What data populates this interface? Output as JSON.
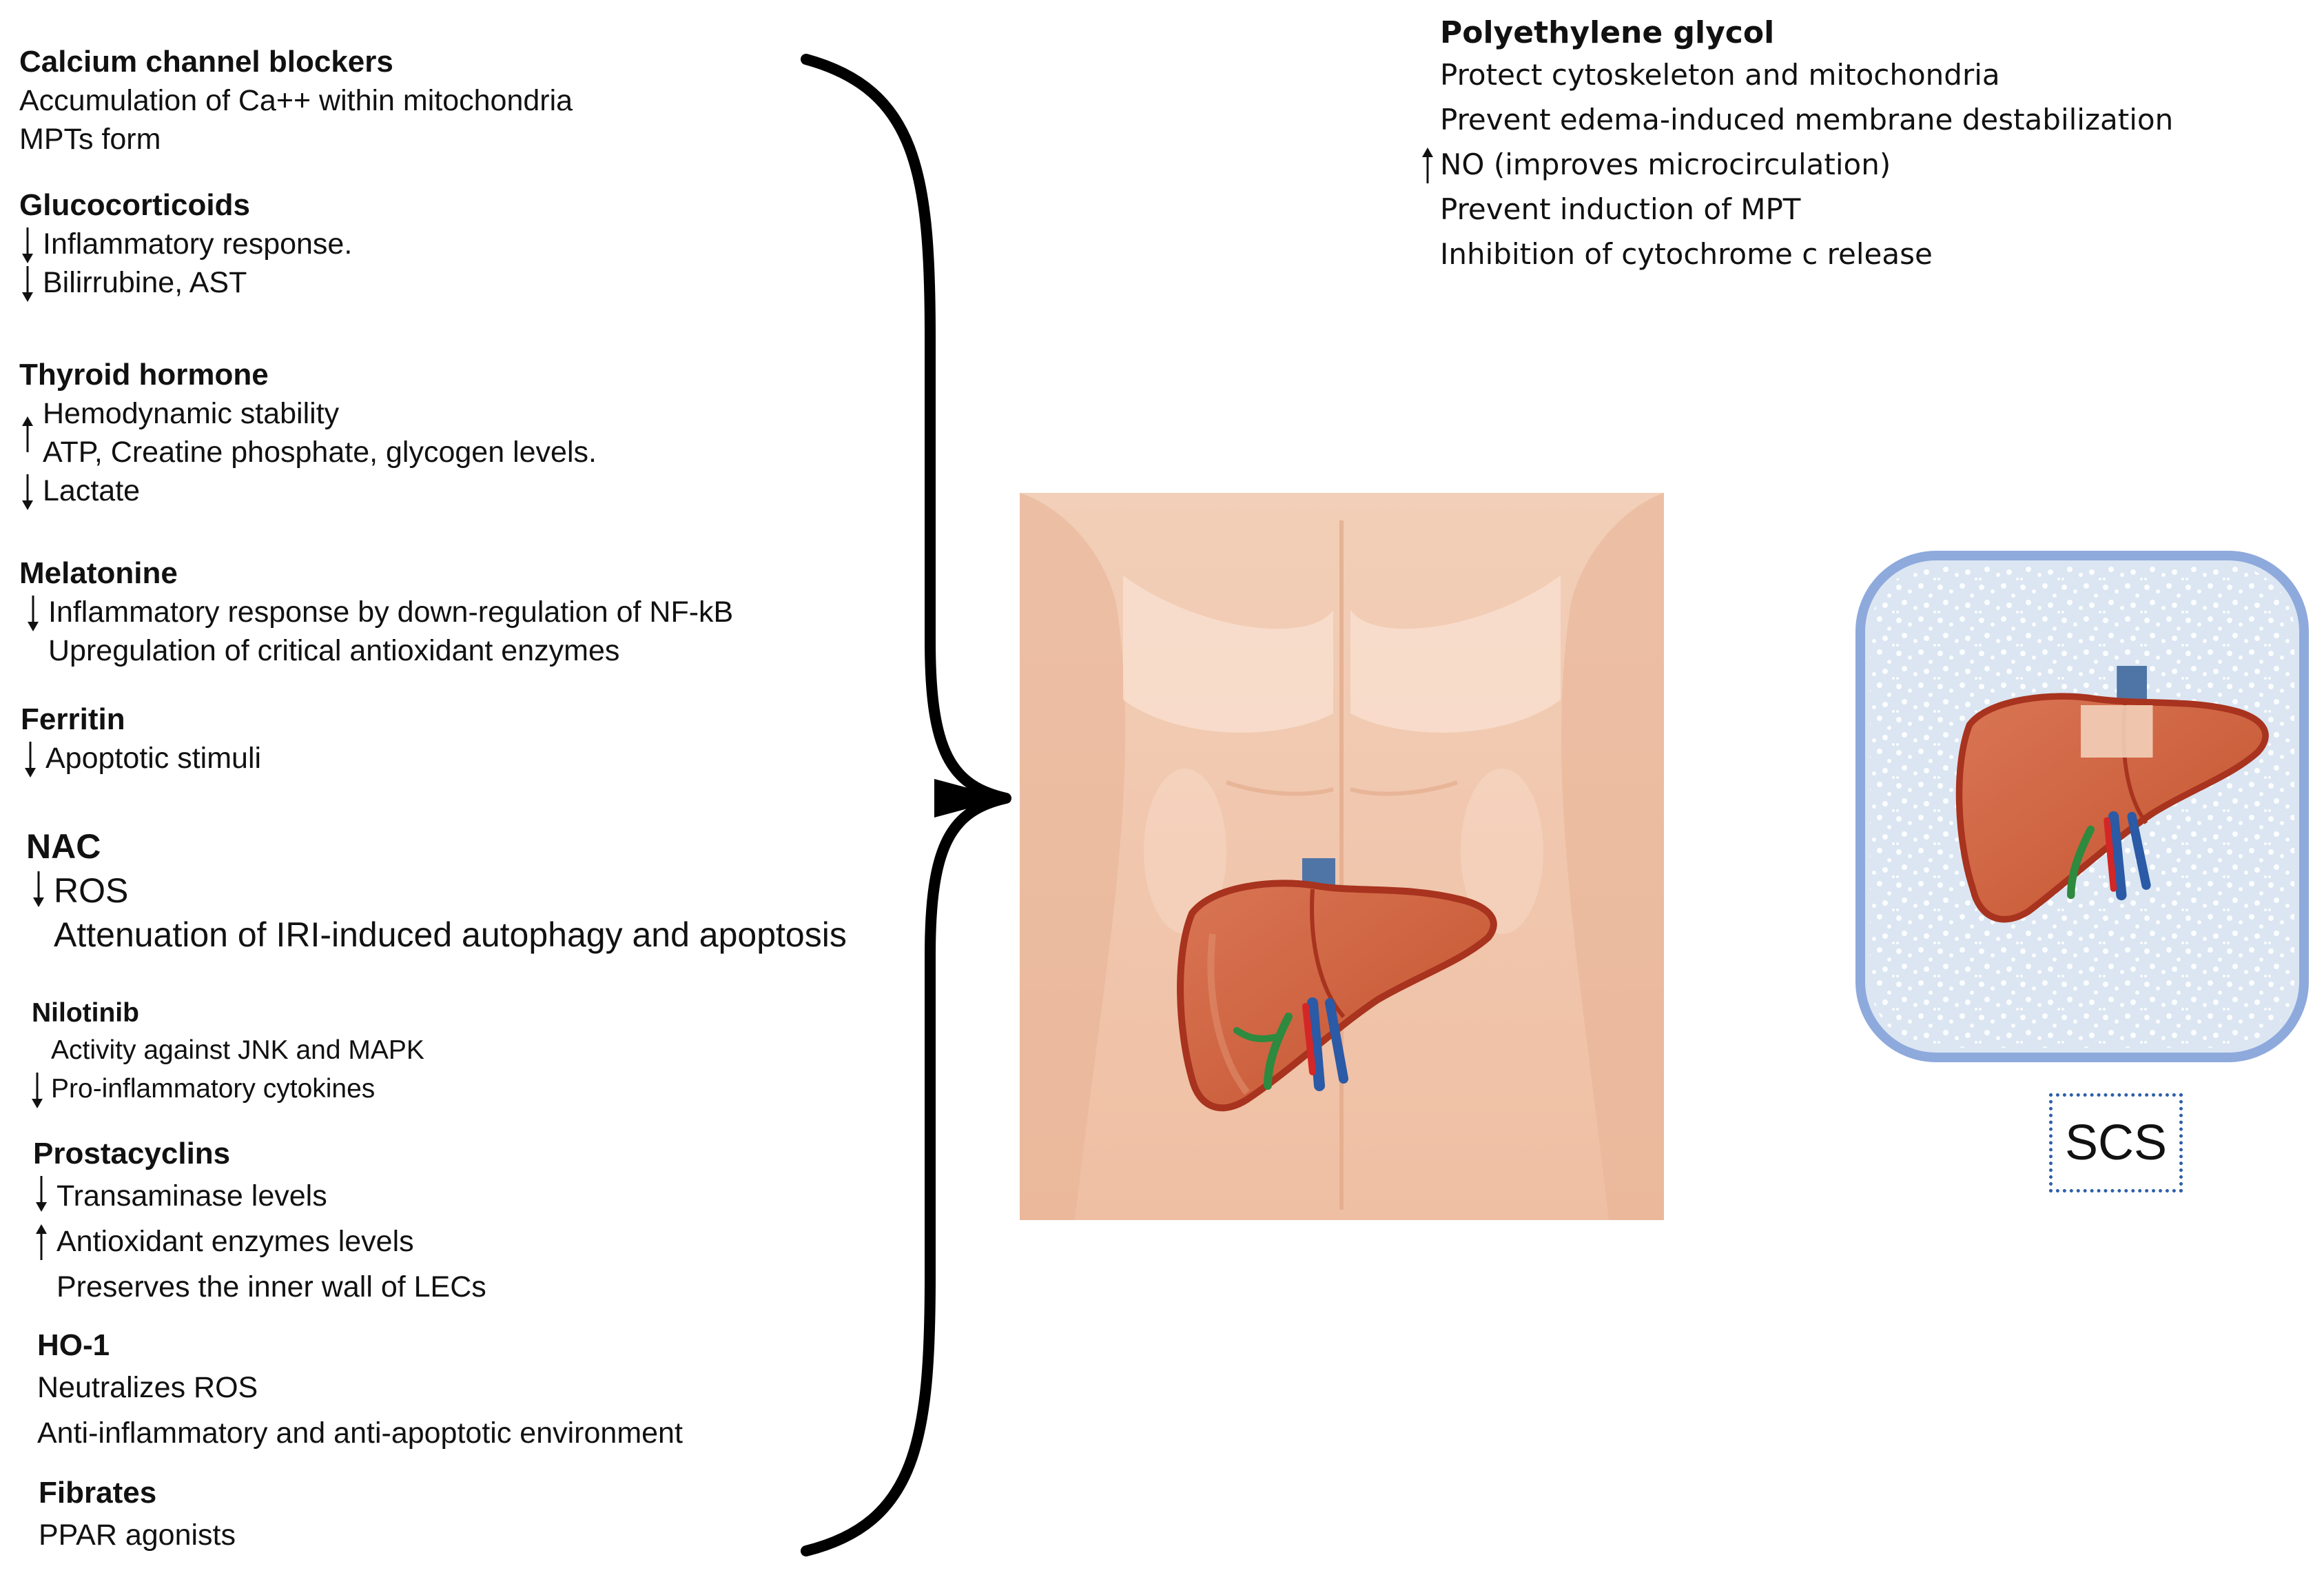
{
  "drugs": [
    {
      "title": "Calcium channel blockers",
      "lines": [
        {
          "text": "Accumulation of Ca++ within mitochondria",
          "arrow": ""
        },
        {
          "text": "MPTs form",
          "arrow": ""
        }
      ]
    },
    {
      "title": "Glucocorticoids",
      "lines": [
        {
          "text": "Inflammatory response.",
          "arrow": "down"
        },
        {
          "text": "Bilirrubine, AST",
          "arrow": "down"
        }
      ]
    },
    {
      "title": "Thyroid hormone",
      "lines": [
        {
          "text": "Hemodynamic stability",
          "arrow": ""
        },
        {
          "text": "ATP, Creatine phosphate, glycogen levels.",
          "arrow": "up"
        },
        {
          "text": "Lactate",
          "arrow": "down"
        }
      ]
    },
    {
      "title": "Melatonine",
      "lines": [
        {
          "text": "Inflammatory response by down-regulation of NF-kB",
          "arrow": "down"
        },
        {
          "text": "Upregulation of critical antioxidant enzymes",
          "arrow": ""
        }
      ]
    },
    {
      "title": "Ferritin",
      "lines": [
        {
          "text": "Apoptotic stimuli",
          "arrow": "down"
        }
      ]
    },
    {
      "title": "NAC",
      "lines": [
        {
          "text": "ROS",
          "arrow": "down"
        },
        {
          "text": "Attenuation of IRI-induced autophagy and apoptosis",
          "arrow": ""
        }
      ]
    },
    {
      "title": "Nilotinib",
      "lines": [
        {
          "text": "Activity against JNK and MAPK",
          "arrow": ""
        },
        {
          "text": "Pro-inflammatory cytokines",
          "arrow": "down"
        }
      ]
    },
    {
      "title": "Prostacyclins",
      "lines": [
        {
          "text": "Transaminase levels",
          "arrow": "down"
        },
        {
          "text": "Antioxidant enzymes levels",
          "arrow": "up"
        },
        {
          "text": "Preserves the inner wall of LECs",
          "arrow": ""
        }
      ]
    },
    {
      "title": "HO-1",
      "lines": [
        {
          "text": "Neutralizes ROS",
          "arrow": ""
        },
        {
          "text": "Anti-inflammatory and anti-apoptotic environment",
          "arrow": ""
        }
      ]
    },
    {
      "title": "Fibrates",
      "lines": [
        {
          "text": "PPAR agonists",
          "arrow": ""
        }
      ]
    }
  ],
  "peg": {
    "title": "Polyethylene glycol",
    "lines": [
      {
        "text": "Protect cytoskeleton and mitochondria",
        "arrow": ""
      },
      {
        "text": "Prevent edema-induced membrane destabilization",
        "arrow": ""
      },
      {
        "text": "NO (improves microcirculation)",
        "arrow": "up"
      },
      {
        "text": "Prevent induction of MPT",
        "arrow": ""
      },
      {
        "text": "Inhibition of cytochrome c release",
        "arrow": ""
      }
    ]
  },
  "scs_label": "SCS",
  "colors": {
    "skin": "#f0c7ad",
    "liver": "#c65b3b",
    "liver_edge": "#a8331e",
    "container_border": "#8ea9dc",
    "container_fill": "#dbe6f2",
    "scs_border": "#2f5faa"
  }
}
